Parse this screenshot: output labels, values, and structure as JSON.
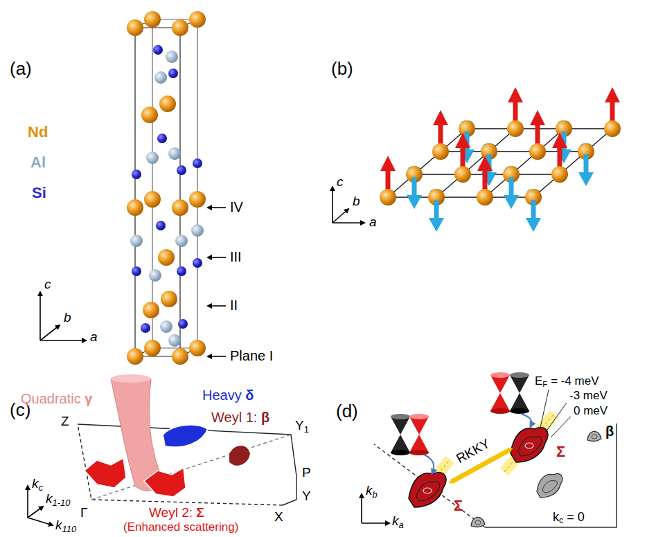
{
  "diagram": {
    "labels": [
      "(a)",
      "Nd",
      "Al",
      "Si",
      "IV",
      "III",
      "II",
      "Plane I",
      "c",
      "b",
      "a",
      "(b)",
      "c",
      "b",
      "a",
      "(c)",
      "Quadratic γ",
      "Heavy δ",
      "Weyl 1: β",
      "Z",
      "Y1",
      "P",
      "Y",
      "X",
      "Γ",
      "kc",
      "k1-10",
      "k110",
      "Weyl 2: Σ",
      "(Enhanced scattering)",
      "(d)",
      "EF = -4 meV",
      "-3 meV",
      "0 meV",
      "RKKY",
      "Σ",
      "Σ",
      "β",
      "kb",
      "ka",
      "kc = 0"
    ]
  }
}
